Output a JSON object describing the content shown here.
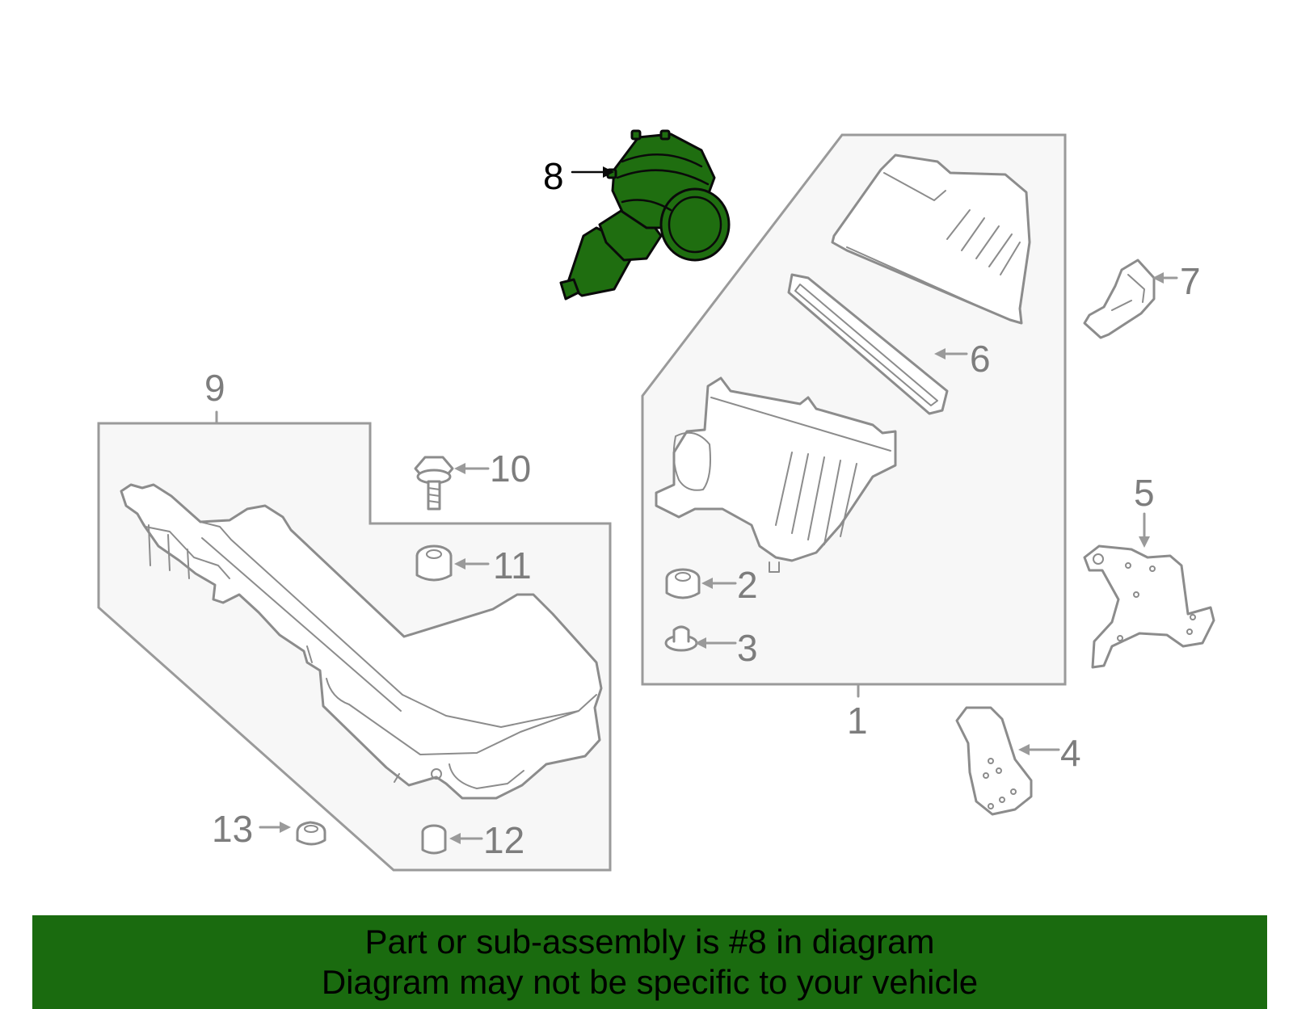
{
  "diagram": {
    "callouts": [
      "1",
      "2",
      "3",
      "4",
      "5",
      "6",
      "7",
      "8",
      "9",
      "10",
      "11",
      "12",
      "13"
    ],
    "highlighted_part": "8",
    "highlight_color": "#1f6e10"
  },
  "banner": {
    "line1": "Part or sub-assembly is #8 in diagram",
    "line2": "Diagram may not be specific to your vehicle",
    "background": "#1a6b0f"
  }
}
